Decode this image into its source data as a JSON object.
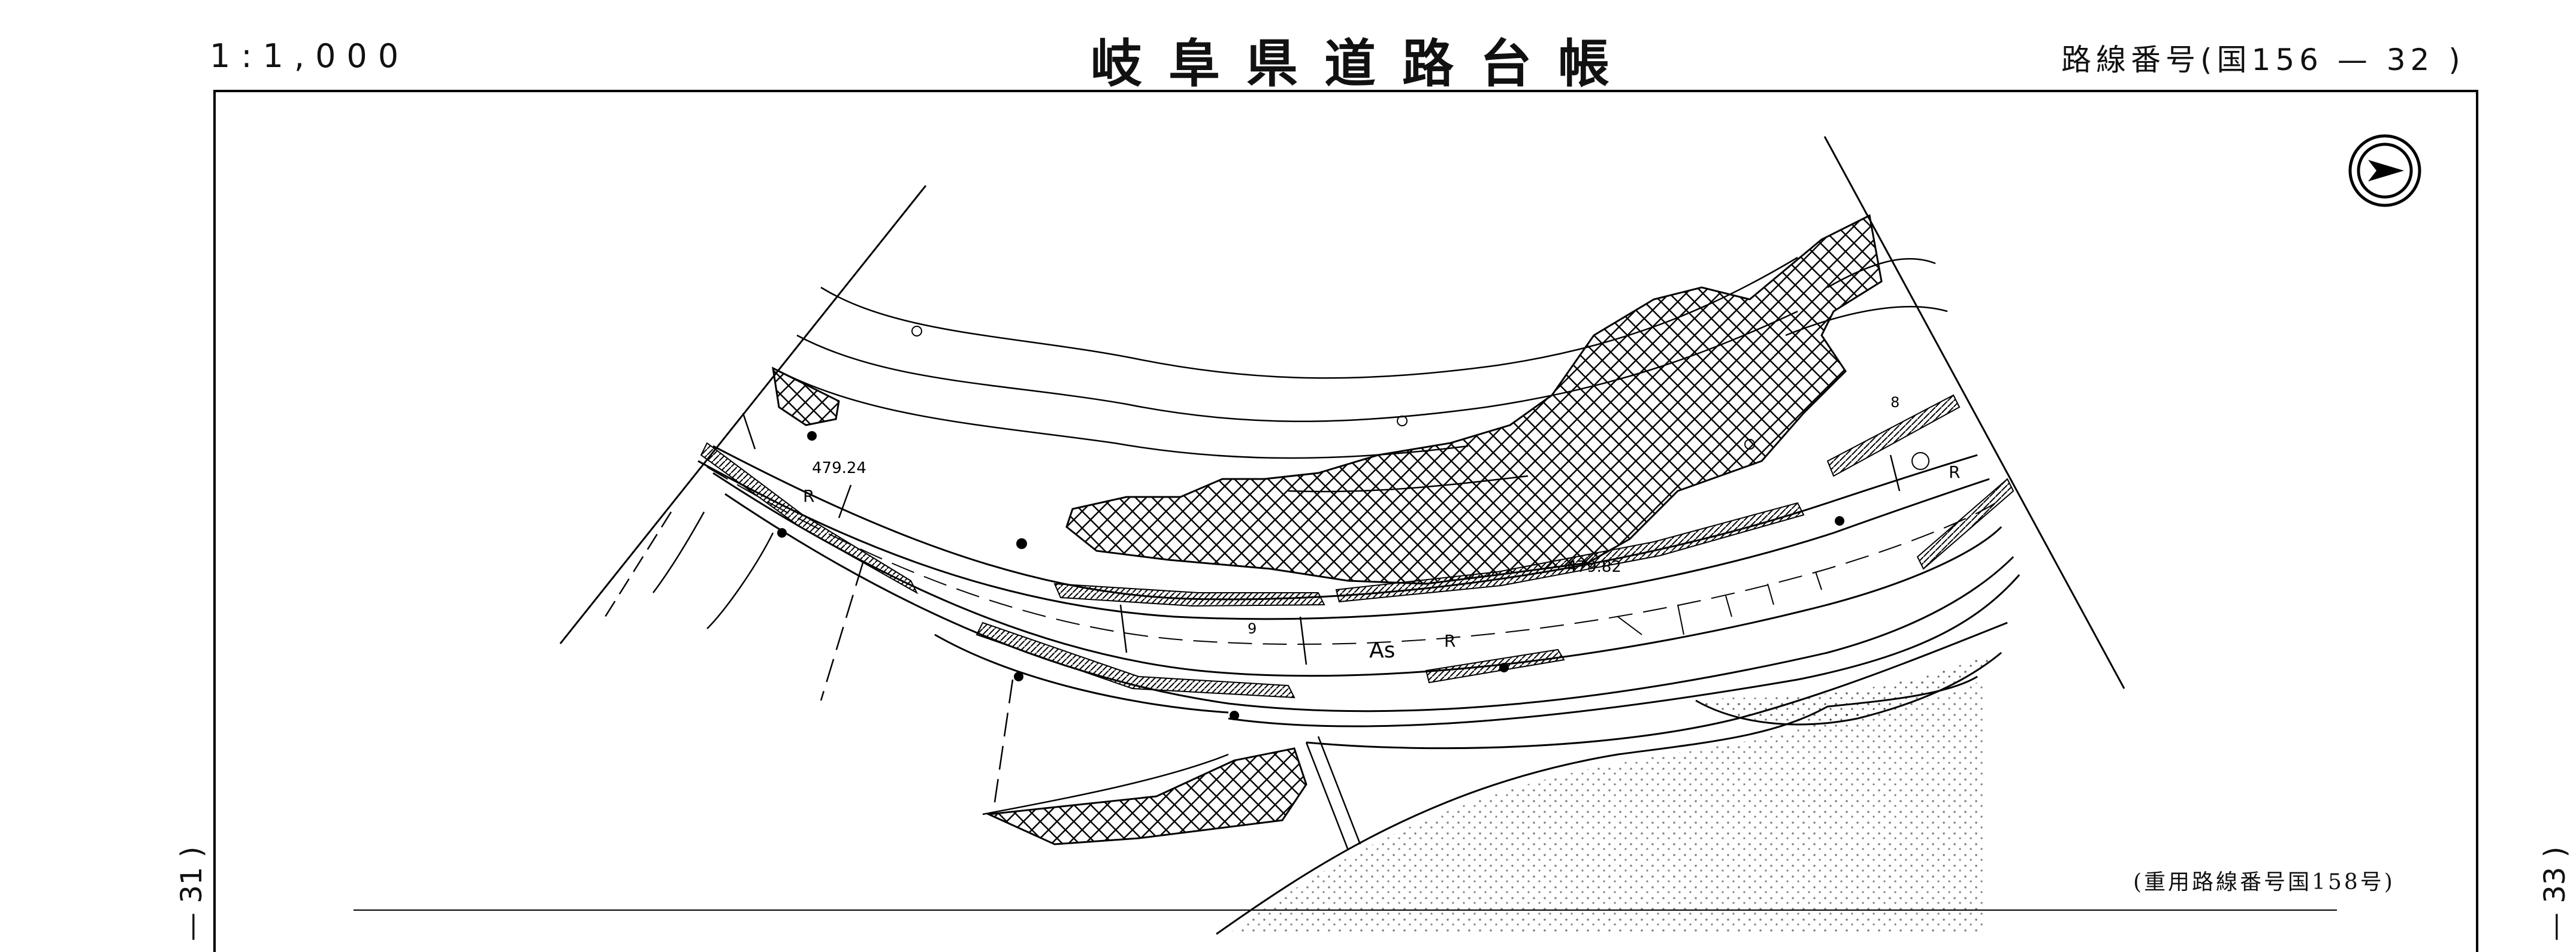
{
  "header": {
    "scale": "1:1,000",
    "title": "岐阜県道路台帳",
    "route": "路線番号(国156 — 32 )"
  },
  "footer": {
    "overlap_note": "(重用路線番号国158号)",
    "page_left": "— 31 )",
    "page_right": "— 33 )"
  },
  "map": {
    "labels": {
      "elev_1": "479.24",
      "elev_2": "479.82",
      "surface": "As",
      "r_1": "R",
      "r_2": "R",
      "r_3": "R",
      "width_9": "9",
      "width_8": "8"
    },
    "north_arrow": "north-arrow-icon",
    "colors": {
      "ink": "#000000",
      "paper": "#ffffff"
    }
  }
}
